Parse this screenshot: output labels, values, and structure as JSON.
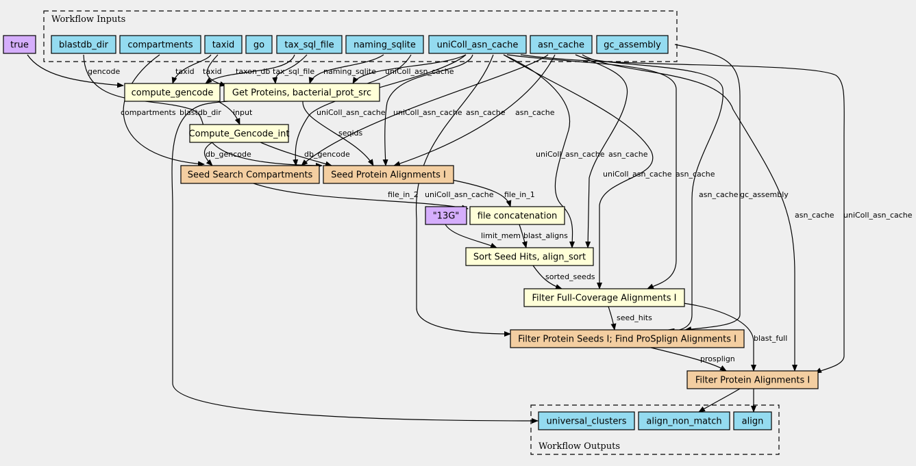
{
  "colors": {
    "input": "#94dbf0",
    "step": "#ffffd8",
    "subworkflow": "#f3cea1",
    "constant": "#d5aefc"
  },
  "clusters": {
    "inputs_title": "Workflow Inputs",
    "outputs_title": "Workflow Outputs"
  },
  "nodes": {
    "true_const": "true",
    "blastdb_dir": "blastdb_dir",
    "compartments": "compartments",
    "taxid": "taxid",
    "go": "go",
    "tax_sql_file": "tax_sql_file",
    "naming_sqlite": "naming_sqlite",
    "uniColl_asn_cache": "uniColl_asn_cache",
    "asn_cache": "asn_cache",
    "gc_assembly": "gc_assembly",
    "compute_gencode": "compute_gencode",
    "get_proteins": "Get Proteins, bacterial_prot_src",
    "compute_gencode_int": "Compute_Gencode_int",
    "seed_search": "Seed Search Compartments",
    "seed_protein": "Seed Protein Alignments I",
    "const_13g": "\"13G\"",
    "file_concat": "file concatenation",
    "sort_seed": "Sort Seed Hits, align_sort",
    "filter_full": "Filter Full-Coverage Alignments I",
    "filter_seeds": "Filter Protein Seeds I; Find ProSplign Alignments I",
    "filter_protein": "Filter Protein Alignments I",
    "universal_clusters": "universal_clusters",
    "align_non_match": "align_non_match",
    "align": "align"
  },
  "edge_labels": {
    "gencode": "gencode",
    "taxid_1": "taxid",
    "taxid_2": "taxid",
    "taxon_db": "taxon_db",
    "tax_sql_file": "tax_sql_file",
    "naming_sqlite": "naming_sqlite",
    "unicoll_1": "uniColl_asn_cache",
    "compartments": "compartments",
    "blastdb_dir": "blastdb_dir",
    "input": "input",
    "unicoll_2": "uniColl_asn_cache",
    "unicoll_3": "uniColl_asn_cache",
    "asn_cache_1": "asn_cache",
    "asn_cache_2": "asn_cache",
    "seqids": "seqids",
    "db_gencode_1": "db_gencode",
    "db_gencode_2": "db_gencode",
    "unicoll_4": "uniColl_asn_cache",
    "asn_cache_3": "asn_cache",
    "unicoll_5": "uniColl_asn_cache",
    "asn_cache_4": "asn_cache",
    "file_in_2": "file_in_2",
    "unicoll_6": "uniColl_asn_cache",
    "file_in_1": "file_in_1",
    "asn_cache_5": "asn_cache",
    "gc_assembly": "gc_assembly",
    "asn_cache_6": "asn_cache",
    "unicoll_7": "uniColl_asn_cache",
    "limit_mem": "limit_mem",
    "blast_aligns": "blast_aligns",
    "sorted_seeds": "sorted_seeds",
    "seed_hits": "seed_hits",
    "blast_full": "blast_full",
    "prosplign": "prosplign"
  }
}
